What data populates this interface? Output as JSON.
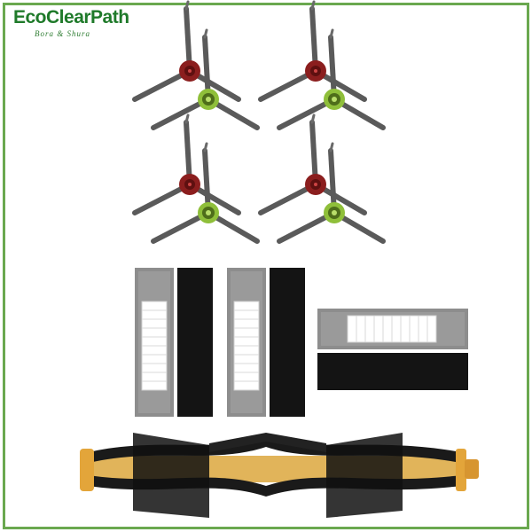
{
  "brand": {
    "name": "EcoClearPath",
    "tagline": "Bora & Shura",
    "color": "#1f7a2a",
    "logo_icon": "leaf-icon"
  },
  "frame": {
    "border_color": "#6aa84f"
  },
  "products": {
    "side_brushes": {
      "count": 8,
      "hub_colors": [
        "#8b1e1e",
        "#8fbf3a"
      ]
    },
    "filters": {
      "count": 3
    },
    "sponges": {
      "count": 3
    },
    "main_brush": {
      "count": 1,
      "end_cap_color": "#e3a53a"
    }
  }
}
